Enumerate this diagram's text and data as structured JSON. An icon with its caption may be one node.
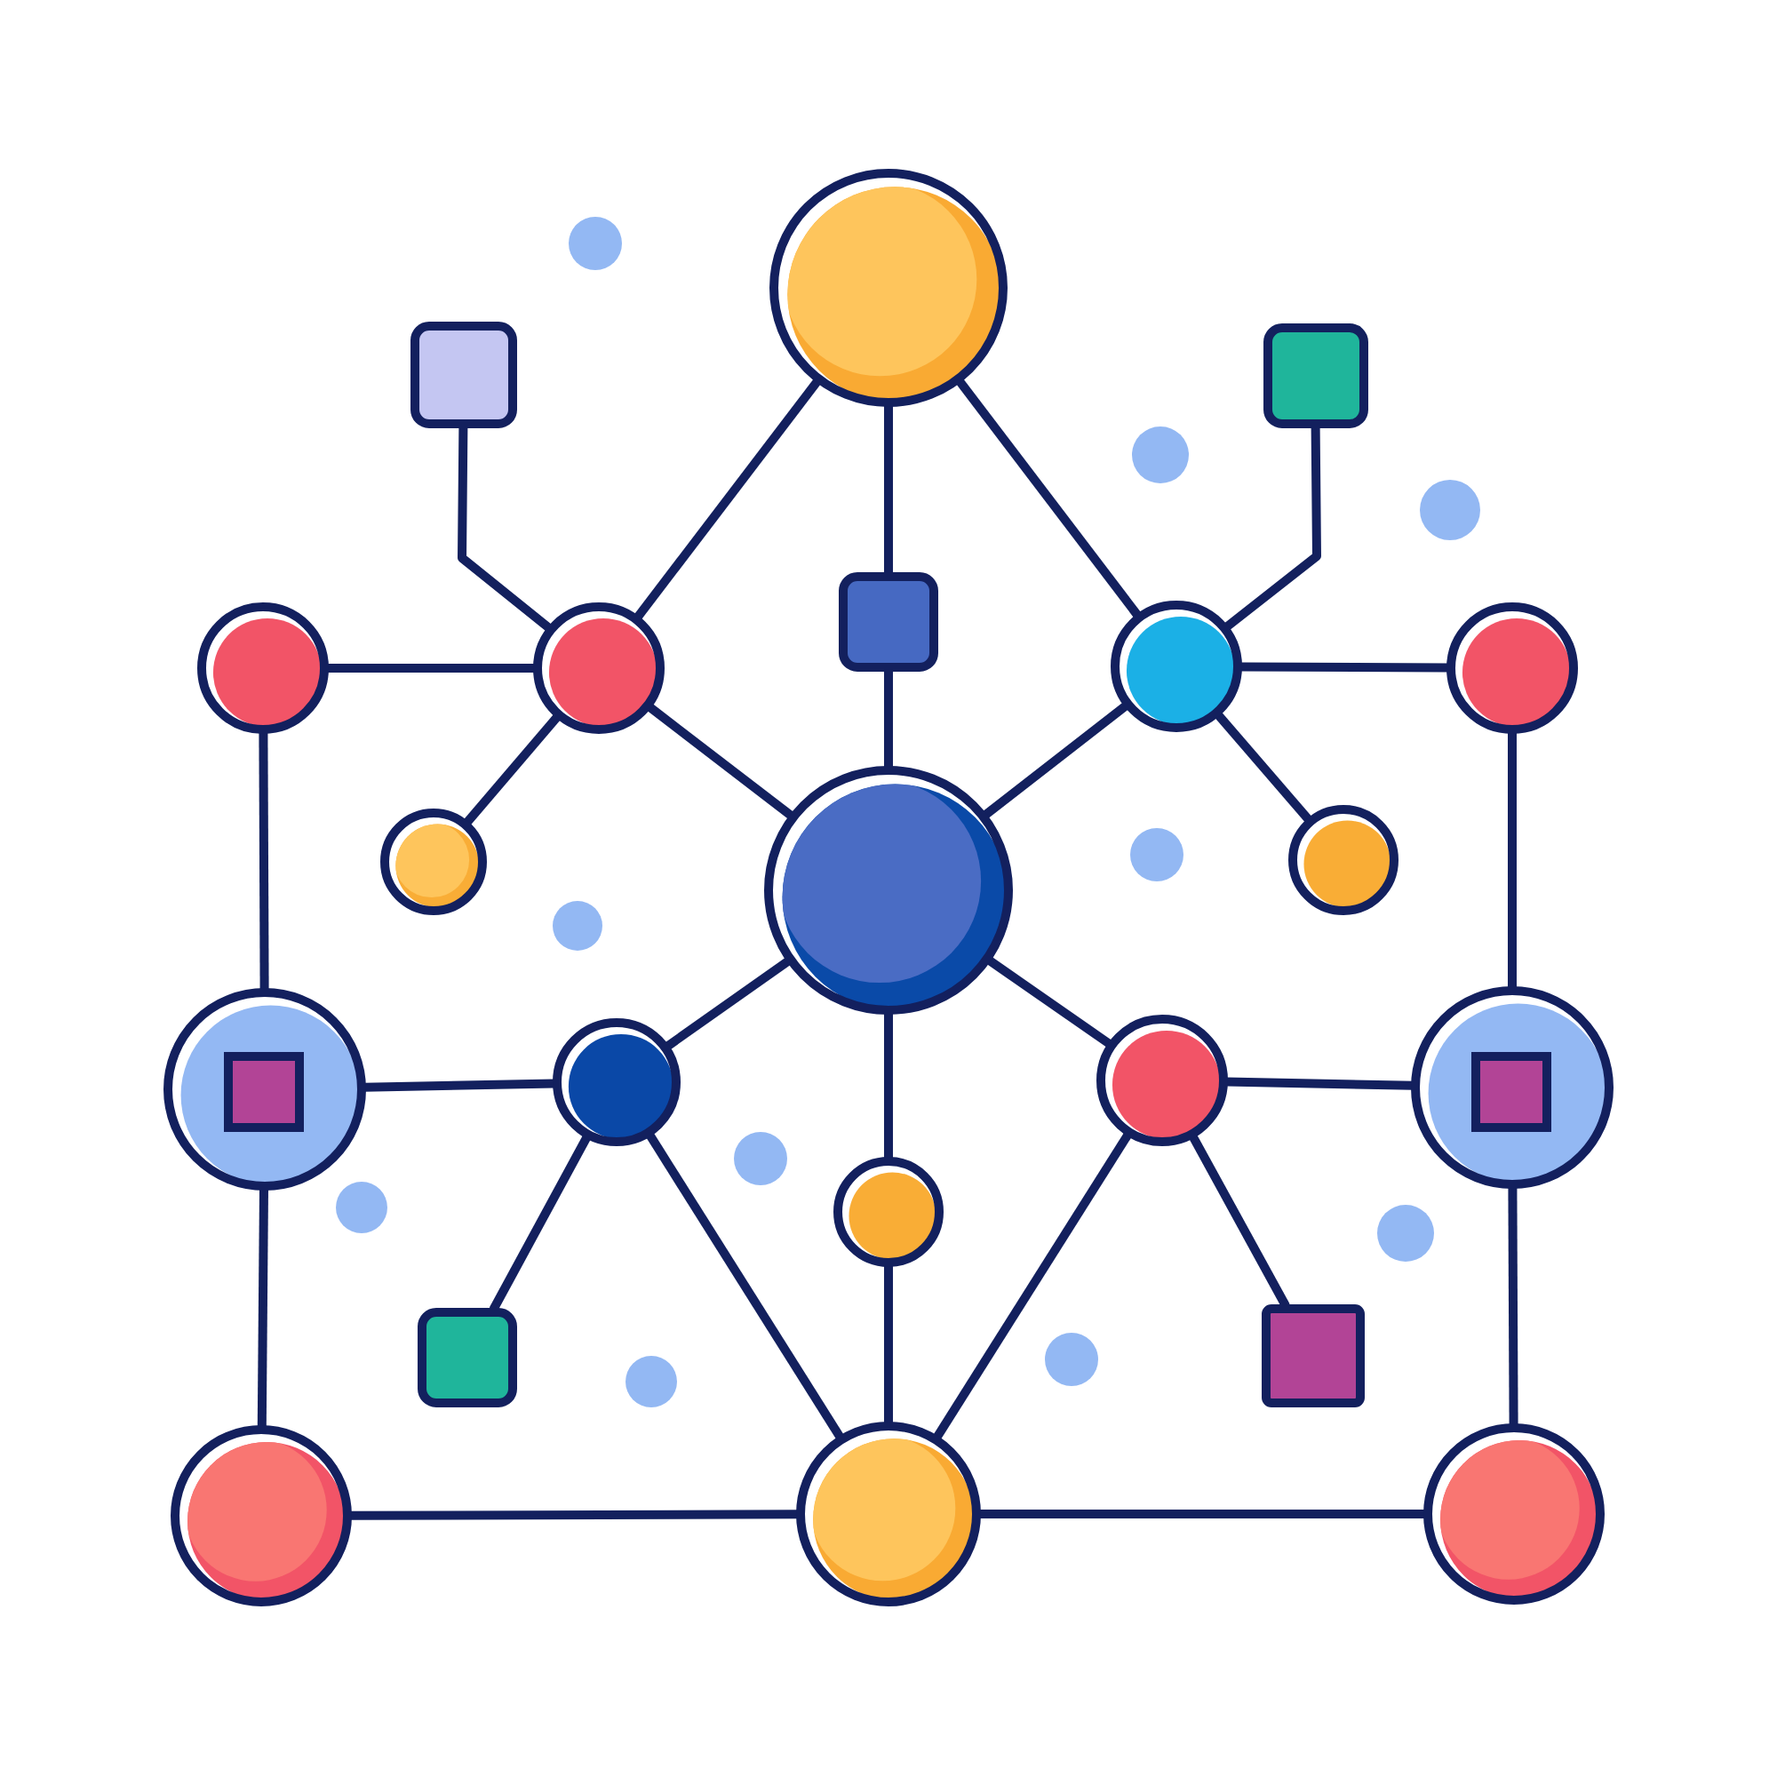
{
  "diagram": {
    "nodes": [
      {
        "text": [],
        "shape": "circle"
      },
      {
        "text": [],
        "shape": "box"
      },
      {
        "text": [],
        "shape": "box"
      },
      {
        "text": [],
        "shape": "circle"
      },
      {
        "text": [],
        "shape": "circle"
      },
      {
        "text": [],
        "shape": "box"
      },
      {
        "text": [],
        "shape": "circle"
      },
      {
        "text": [],
        "shape": "circle"
      },
      {
        "text": [],
        "shape": "circle"
      },
      {
        "text": [],
        "shape": "circle"
      },
      {
        "text": [],
        "shape": "circle"
      },
      {
        "text": [],
        "shape": "circle"
      },
      {
        "text": [],
        "shape": "box",
        "in": 11
      },
      {
        "text": [],
        "shape": "circle"
      },
      {
        "text": [],
        "shape": "circle"
      },
      {
        "text": [],
        "shape": "circle"
      },
      {
        "text": [],
        "shape": "box",
        "in": 15
      },
      {
        "text": [],
        "shape": "circle"
      },
      {
        "text": [],
        "shape": "box"
      },
      {
        "text": [],
        "shape": "box"
      },
      {
        "text": [],
        "shape": "circle"
      },
      {
        "text": [],
        "shape": "circle"
      },
      {
        "text": [],
        "shape": "circle"
      }
    ],
    "edges": [
      {
        "from": 0,
        "to": 4,
        "arrow": "none"
      },
      {
        "from": 0,
        "to": 5,
        "arrow": "none"
      },
      {
        "from": 0,
        "to": 6,
        "arrow": "none"
      },
      {
        "from": 1,
        "to": 4,
        "arrow": "none"
      },
      {
        "from": 2,
        "to": 6,
        "arrow": "none"
      },
      {
        "from": 3,
        "to": 4,
        "arrow": "none"
      },
      {
        "from": 6,
        "to": 7,
        "arrow": "none"
      },
      {
        "from": 4,
        "to": 8,
        "arrow": "none"
      },
      {
        "from": 4,
        "to": 9,
        "arrow": "none"
      },
      {
        "from": 5,
        "to": 9,
        "arrow": "none"
      },
      {
        "from": 6,
        "to": 9,
        "arrow": "none"
      },
      {
        "from": 6,
        "to": 10,
        "arrow": "none"
      },
      {
        "from": 3,
        "to": 11,
        "arrow": "none"
      },
      {
        "from": 7,
        "to": 15,
        "arrow": "none"
      },
      {
        "from": 9,
        "to": 13,
        "arrow": "none"
      },
      {
        "from": 9,
        "to": 14,
        "arrow": "none"
      },
      {
        "from": 9,
        "to": 17,
        "arrow": "none"
      },
      {
        "from": 11,
        "to": 13,
        "arrow": "none"
      },
      {
        "from": 14,
        "to": 15,
        "arrow": "none"
      },
      {
        "from": 13,
        "to": 18,
        "arrow": "none"
      },
      {
        "from": 13,
        "to": 21,
        "arrow": "none"
      },
      {
        "from": 14,
        "to": 21,
        "arrow": "none"
      },
      {
        "from": 14,
        "to": 19,
        "arrow": "none"
      },
      {
        "from": 17,
        "to": 21,
        "arrow": "none"
      },
      {
        "from": 11,
        "to": 20,
        "arrow": "none"
      },
      {
        "from": 15,
        "to": 22,
        "arrow": "none"
      },
      {
        "from": 20,
        "to": 21,
        "arrow": "none"
      },
      {
        "from": 21,
        "to": 22,
        "arrow": "none"
      }
    ]
  }
}
